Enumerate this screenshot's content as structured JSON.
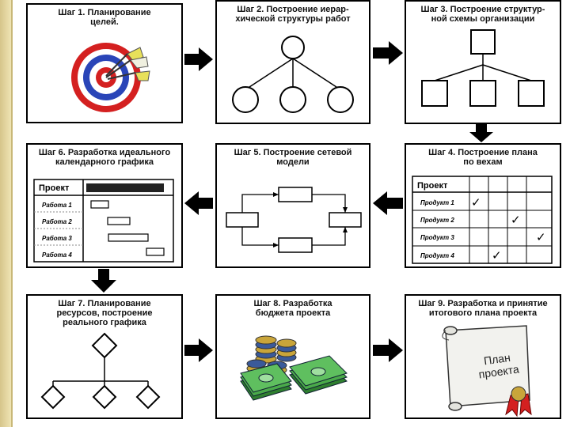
{
  "steps": [
    {
      "title": "Шаг 1. Планирование\nцелей."
    },
    {
      "title": "Шаг 2. Построение иерар-\nхической структуры работ"
    },
    {
      "title": "Шаг 3. Построение структур-\nной схемы организации"
    },
    {
      "title": "Шаг 4. Построение плана\nпо вехам"
    },
    {
      "title": "Шаг 5. Построение сетевой\nмодели"
    },
    {
      "title": "Шаг 6. Разработка идеального\nкалендарного графика"
    },
    {
      "title": "Шаг 7. Планирование\nресурсов, построение\nреального графика"
    },
    {
      "title": "Шаг 8. Разработка\nбюджета проекта"
    },
    {
      "title": "Шаг 9. Разработка и принятие\nитогового плана проекта"
    }
  ],
  "milestones": {
    "header": "Проект",
    "rows": [
      "Продукт 1",
      "Продукт 2",
      "Продукт 3",
      "Продукт 4"
    ],
    "checks": [
      1,
      3,
      5,
      2
    ],
    "check_mark": "✓"
  },
  "gantt": {
    "header": "Проект",
    "rows": [
      "Работа 1",
      "Работа 2",
      "Работа 3",
      "Работа 4"
    ]
  },
  "plan": {
    "line1": "План",
    "line2": "проекта"
  },
  "colors": {
    "target_red": "#d42020",
    "target_blue": "#2a45b8",
    "money_green": "#3a9a3a",
    "coin_gold": "#c9a53a",
    "coin_blue": "#3a5a9a",
    "scroll": "#f2f2ee",
    "ribbon": "#d42020"
  }
}
